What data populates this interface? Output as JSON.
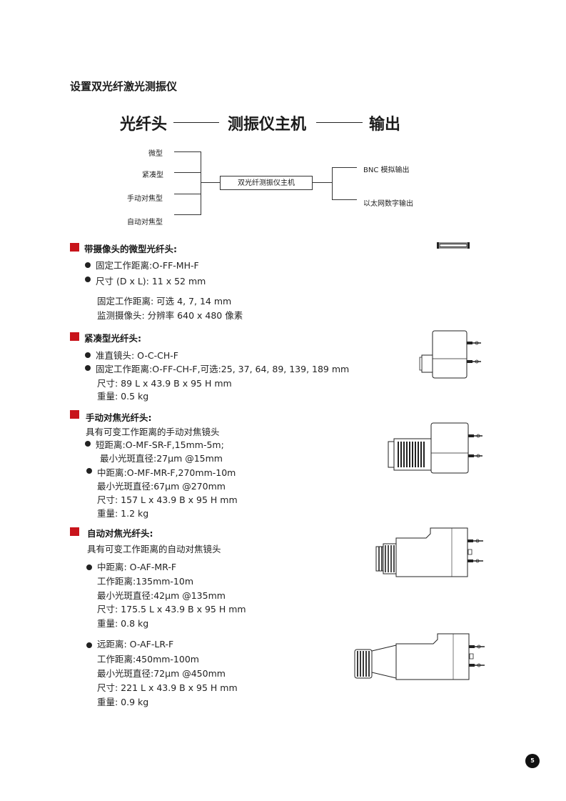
{
  "heading": "设置双光纤激光测振仪",
  "chain": {
    "item1": "光纤头",
    "item2": "测振仪主机",
    "item3": "输出"
  },
  "diagram": {
    "inputs": [
      "微型",
      "紧凑型",
      "手动对焦型",
      "自动对焦型"
    ],
    "center": "双光纤测振仪主机",
    "outputs": [
      "BNC 模拟输出",
      "以太网数字输出"
    ]
  },
  "sections": {
    "micro": {
      "title": "带摄像头的微型光纤头:",
      "bullet1": "固定工作距离:O-FF-MH-F",
      "bullet2": "尺寸 (D x L): 11 x 52   mm",
      "line3": "固定工作距离: 可选 4, 7, 14 mm",
      "line4": "监测摄像头: 分辨率 640 x 480 像素"
    },
    "compact": {
      "title": "紧凑型光纤头:",
      "bullet1": "准直镜头: O-C-CH-F",
      "bullet2": "固定工作距离:O-FF-CH-F,可选:25, 37, 64, 89, 139, 189 mm",
      "line3": "尺寸: 89 L x 43.9 B x 95 H mm",
      "line4": "重量: 0.5 kg"
    },
    "manual": {
      "title": "手动对焦光纤头:",
      "intro": "具有可变工作距离的手动对焦镜头",
      "bullet1": "短距离:O-MF-SR-F,15mm-5m;",
      "line2": "最小光斑直径:27µm @15mm",
      "bullet3": "中距离:O-MF-MR-F,270mm-10m",
      "line4": "最小光斑直径:67µm @270mm",
      "line5": "尺寸: 157 L x 43.9 B x 95 H mm",
      "line6": "重量: 1.2 kg"
    },
    "auto": {
      "title": "自动对焦光纤头:",
      "intro": "具有可变工作距离的自动对焦镜头",
      "mr": {
        "bullet": "中距离: O-AF-MR-F",
        "line2": "工作距离:135mm-10m",
        "line3": "最小光斑直径:42µm @135mm",
        "line4": "尺寸: 175.5 L x 43.9 B x 95 H mm",
        "line5": "重量: 0.8 kg"
      },
      "lr": {
        "bullet": "远距离: O-AF-LR-F",
        "line2": "工作距离:450mm-100m",
        "line3": "最小光斑直径:72µm @450mm",
        "line4": "尺寸: 221 L x 43.9 B x 95 H mm",
        "line5": "重量: 0.9 kg"
      }
    }
  },
  "page_number": "5",
  "colors": {
    "accent": "#c8141b",
    "text": "#1a1a1a"
  },
  "icons": [
    "micro-fiber-head-drawing",
    "compact-fiber-head-drawing",
    "manual-focus-fiber-head-drawing",
    "auto-focus-mr-fiber-head-drawing",
    "auto-focus-lr-fiber-head-drawing"
  ]
}
